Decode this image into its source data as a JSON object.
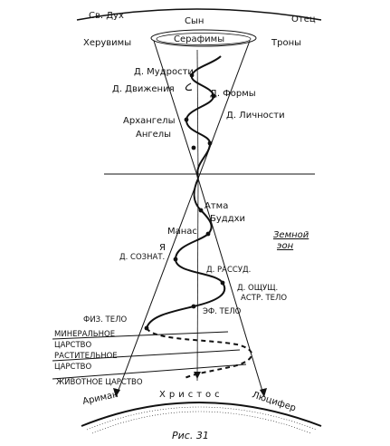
{
  "top": {
    "holy_spirit": "Св. Дух",
    "son": "Сын",
    "father": "Отец",
    "cherubim": "Херувимы",
    "seraphim": "Серафимы",
    "thrones": "Троны"
  },
  "upper_labels": {
    "wisdom": "Д. Мудрости",
    "motion": "Д. Движения",
    "form": "Д. Формы",
    "personality": "Д. Личности",
    "archangels": "Архангелы",
    "angels": "Ангелы"
  },
  "lower_labels": {
    "atma": "Атма",
    "buddhi": "Буддхи",
    "manas": "Манас",
    "earth_eon_line1": "Земной",
    "earth_eon_line2": "эон",
    "ya": "Я",
    "consciousness": "Д. СОЗНАТ.",
    "reason": "Д. РАССУД.",
    "sensation": "Д. ОЩУЩ.",
    "astral_body": "АСТР. ТЕЛО",
    "etheric_body": "ЭФ. ТЕЛО",
    "physical_body": "ФИЗ. ТЕЛО",
    "mineral_line1": "МИНЕРАЛЬНОЕ",
    "mineral_line2": "ЦАРСТВО",
    "plant_line1": "РАСТИТЕЛЬНОЕ",
    "plant_line2": "ЦАРСТВО",
    "animal": "ЖИВОТНОЕ ЦАРСТВО"
  },
  "bottom": {
    "ahriman": "Ариман",
    "christ": "Христос",
    "lucifer": "Люцифер",
    "caption": "Рис. 31"
  }
}
